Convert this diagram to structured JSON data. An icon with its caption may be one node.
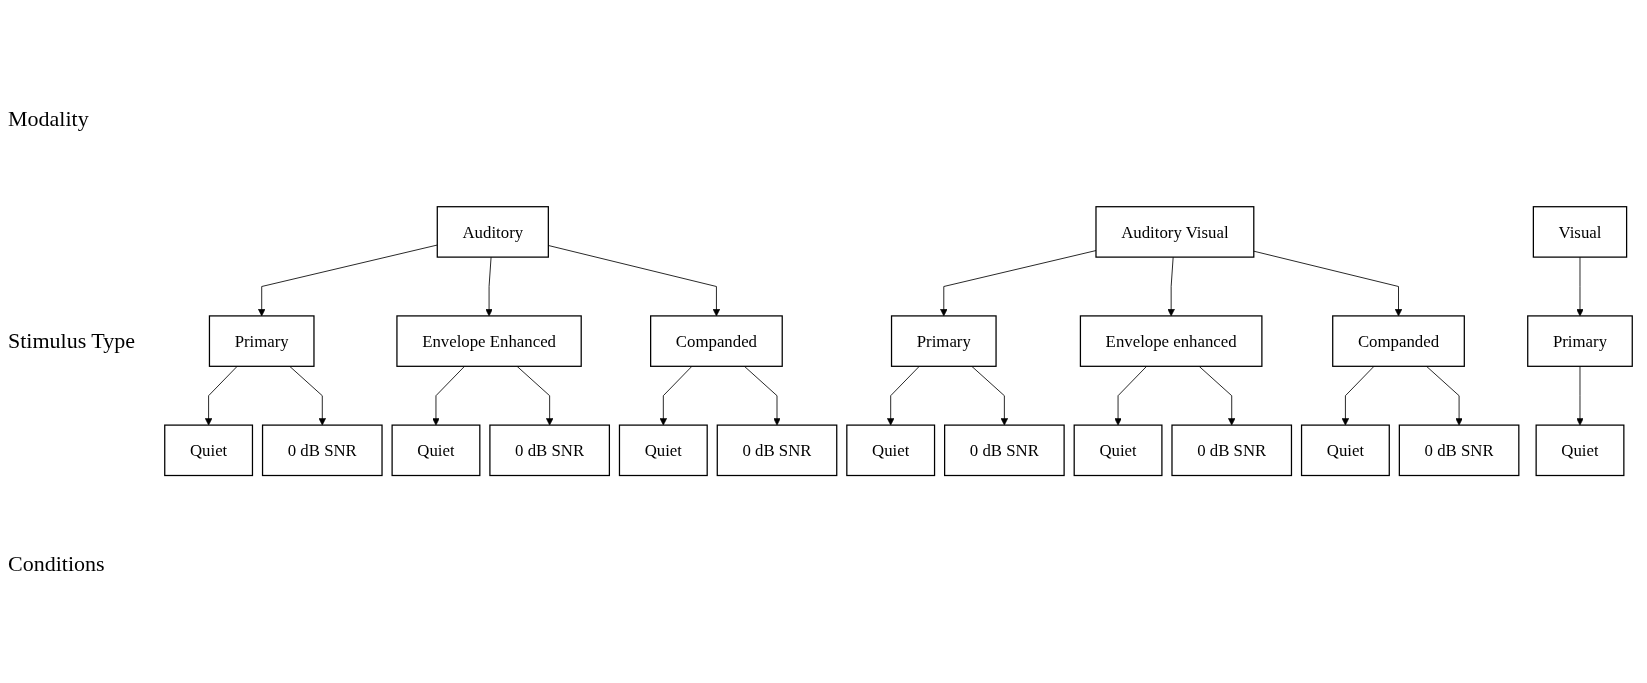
{
  "diagram": {
    "nodes": [
      {
        "text": [
          "Auditory"
        ]
      },
      {
        "text": [
          "Auditory Visual"
        ]
      },
      {
        "text": [
          "Visual"
        ]
      },
      {
        "text": [
          "Primary"
        ]
      },
      {
        "text": [
          "Envelope Enhanced"
        ]
      },
      {
        "text": [
          "Companded"
        ]
      },
      {
        "text": [
          "Primary"
        ]
      },
      {
        "text": [
          "Envelope enhanced"
        ]
      },
      {
        "text": [
          "Companded"
        ]
      },
      {
        "text": [
          "Primary"
        ]
      },
      {
        "text": [
          "Quiet"
        ]
      },
      {
        "text": [
          "0 dB SNR"
        ]
      },
      {
        "text": [
          "Quiet"
        ]
      },
      {
        "text": [
          "0 dB SNR"
        ]
      },
      {
        "text": [
          "Quiet"
        ]
      },
      {
        "text": [
          "0 dB SNR"
        ]
      },
      {
        "text": [
          "Quiet"
        ]
      },
      {
        "text": [
          "0 dB SNR"
        ]
      },
      {
        "text": [
          "Quiet"
        ]
      },
      {
        "text": [
          "0 dB SNR"
        ]
      },
      {
        "text": [
          "Quiet"
        ]
      },
      {
        "text": [
          "0 dB SNR"
        ]
      },
      {
        "text": [
          "Quiet"
        ]
      }
    ],
    "edges": [
      {
        "from": 0,
        "to": 3,
        "arrow": "to"
      },
      {
        "from": 0,
        "to": 4,
        "arrow": "to"
      },
      {
        "from": 0,
        "to": 5,
        "arrow": "to"
      },
      {
        "from": 1,
        "to": 6,
        "arrow": "to"
      },
      {
        "from": 1,
        "to": 7,
        "arrow": "to"
      },
      {
        "from": 1,
        "to": 8,
        "arrow": "to"
      },
      {
        "from": 2,
        "to": 9,
        "arrow": "to"
      },
      {
        "from": 3,
        "to": 10,
        "arrow": "to"
      },
      {
        "from": 3,
        "to": 11,
        "arrow": "to"
      },
      {
        "from": 4,
        "to": 12,
        "arrow": "to"
      },
      {
        "from": 4,
        "to": 13,
        "arrow": "to"
      },
      {
        "from": 5,
        "to": 14,
        "arrow": "to"
      },
      {
        "from": 5,
        "to": 15,
        "arrow": "to"
      },
      {
        "from": 6,
        "to": 16,
        "arrow": "to"
      },
      {
        "from": 6,
        "to": 17,
        "arrow": "to"
      },
      {
        "from": 7,
        "to": 18,
        "arrow": "to"
      },
      {
        "from": 7,
        "to": 19,
        "arrow": "to"
      },
      {
        "from": 8,
        "to": 20,
        "arrow": "to"
      },
      {
        "from": 8,
        "to": 21,
        "arrow": "to"
      },
      {
        "from": 9,
        "to": 22,
        "arrow": "to"
      }
    ],
    "labels": [
      "Modality",
      "Stimulus Type",
      "Conditions"
    ]
  }
}
